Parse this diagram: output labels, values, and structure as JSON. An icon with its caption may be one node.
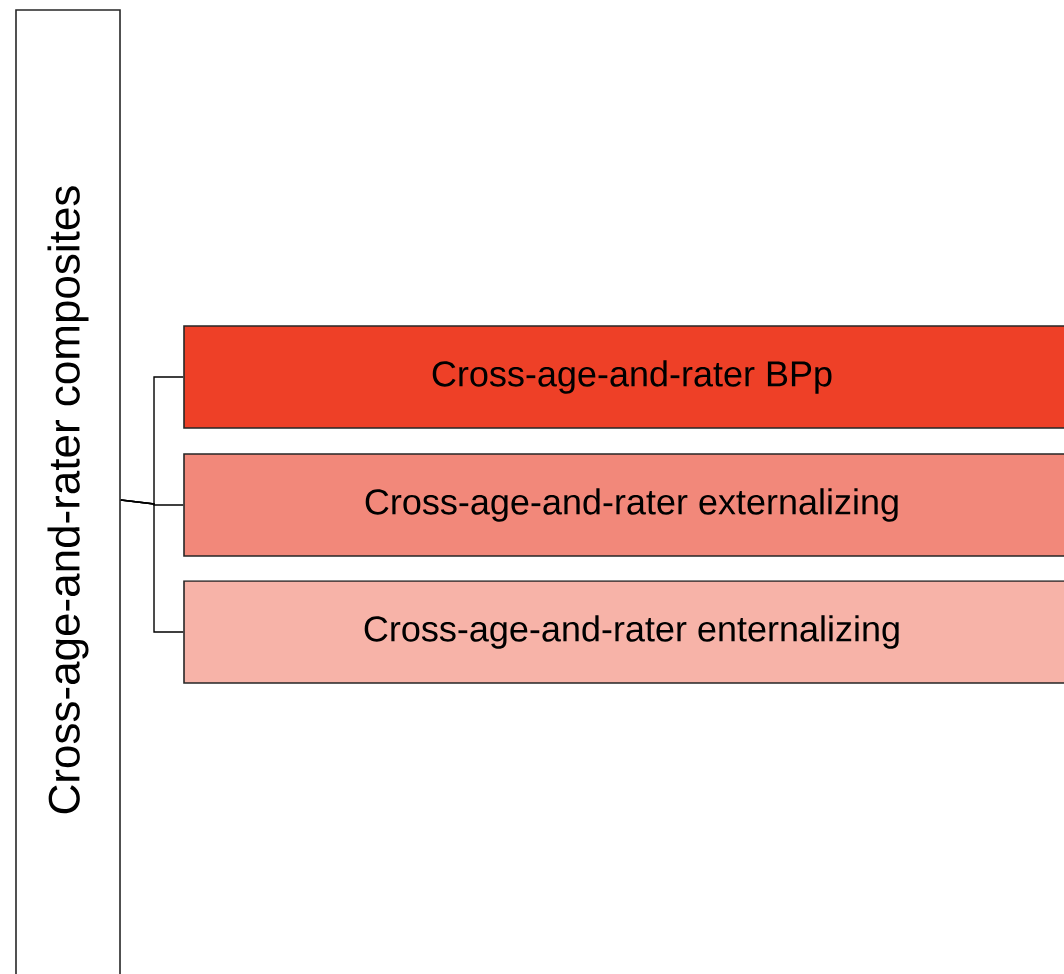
{
  "diagram": {
    "nodes": [
      {
        "text": [
          "Cross-age-and-rater composites"
        ]
      },
      {
        "text": [
          "Cross-age-and-rater BPp"
        ]
      },
      {
        "text": [
          "Cross-age-and-rater externalizing"
        ]
      },
      {
        "text": [
          "Cross-age-and-rater enternalizing"
        ]
      }
    ],
    "edges": [
      {
        "from": 0,
        "to": 1,
        "arrow": "none"
      },
      {
        "from": 0,
        "to": 2,
        "arrow": "none"
      },
      {
        "from": 0,
        "to": 3,
        "arrow": "none"
      }
    ]
  }
}
